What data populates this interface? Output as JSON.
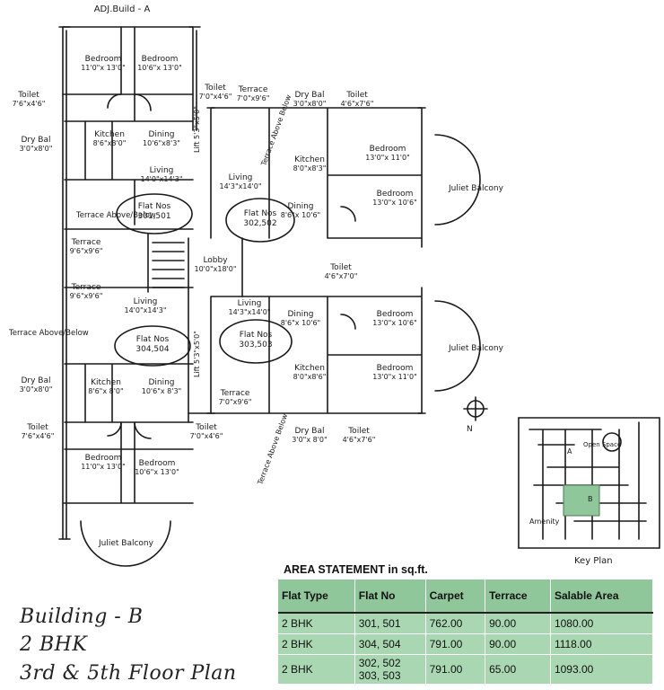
{
  "plan": {
    "adj_build": "ADJ.Build - A",
    "rooms": [
      {
        "id": "bed-tl1",
        "name": "Bedroom",
        "size": "11'0\"x 13'0\""
      },
      {
        "id": "bed-tl2",
        "name": "Bedroom",
        "size": "10'6\"x 13'0\""
      },
      {
        "id": "toilet-tl",
        "name": "Toilet",
        "size": "7'6\"x4'6\""
      },
      {
        "id": "toilet-tc",
        "name": "Toilet",
        "size": "7'0\"x4'6\""
      },
      {
        "id": "terrace-tc",
        "name": "Terrace",
        "size": "7'0\"x9'6\""
      },
      {
        "id": "drybal-tc",
        "name": "Dry Bal",
        "size": "3'0\"x8'0\""
      },
      {
        "id": "toilet-tr",
        "name": "Toilet",
        "size": "4'6\"x7'6\""
      },
      {
        "id": "drybal-tl",
        "name": "Dry Bal",
        "size": "3'0\"x8'0\""
      },
      {
        "id": "kitchen-tl",
        "name": "Kitchen",
        "size": "8'6\"x8'0\""
      },
      {
        "id": "dining-tl",
        "name": "Dining",
        "size": "10'6\"x8'3\""
      },
      {
        "id": "living-tl",
        "name": "Living",
        "size": "14'0\"x14'3\""
      },
      {
        "id": "living-tc",
        "name": "Living",
        "size": "14'3\"x14'0\""
      },
      {
        "id": "kitchen-tr",
        "name": "Kitchen",
        "size": "8'0\"x8'3\""
      },
      {
        "id": "bed-tr1",
        "name": "Bedroom",
        "size": "13'0\"x 11'0\""
      },
      {
        "id": "bed-tr2",
        "name": "Bedroom",
        "size": "13'0\"x 10'6\""
      },
      {
        "id": "dining-tr",
        "name": "Dining",
        "size": "8'6\"x 10'6\""
      },
      {
        "id": "terrace-l1",
        "name": "Terrace",
        "size": "9'6\"x9'6\""
      },
      {
        "id": "terrace-l2",
        "name": "Terrace",
        "size": "9'6\"x9'6\""
      },
      {
        "id": "lobby",
        "name": "Lobby",
        "size": "10'0\"x18'0\""
      },
      {
        "id": "toilet-mid",
        "name": "Toilet",
        "size": "4'6\"x7'0\""
      },
      {
        "id": "living-bl",
        "name": "Living",
        "size": "14'0\"x14'3\""
      },
      {
        "id": "living-bc",
        "name": "Living",
        "size": "14'3\"x14'0\""
      },
      {
        "id": "dining-br",
        "name": "Dining",
        "size": "8'6\"x 10'6\""
      },
      {
        "id": "bed-br1",
        "name": "Bedroom",
        "size": "13'0\"x 10'6\""
      },
      {
        "id": "bed-br2",
        "name": "Bedroom",
        "size": "13'0\"x 11'0\""
      },
      {
        "id": "kitchen-br",
        "name": "Kitchen",
        "size": "8'0\"x8'6\""
      },
      {
        "id": "drybal-bl",
        "name": "Dry Bal",
        "size": "3'0\"x8'0\""
      },
      {
        "id": "kitchen-bl",
        "name": "Kitchen",
        "size": "8'6\"x 8'0\""
      },
      {
        "id": "dining-bl",
        "name": "Dining",
        "size": "10'6\"x 8'3\""
      },
      {
        "id": "terrace-bc",
        "name": "Terrace",
        "size": "7'0\"x9'6\""
      },
      {
        "id": "toilet-bl",
        "name": "Toilet",
        "size": "7'6\"x4'6\""
      },
      {
        "id": "toilet-bc",
        "name": "Toilet",
        "size": "7'0\"x4'6\""
      },
      {
        "id": "drybal-br",
        "name": "Dry Bal",
        "size": "3'0\"x 8'0\""
      },
      {
        "id": "toilet-br",
        "name": "Toilet",
        "size": "4'6\"x7'6\""
      },
      {
        "id": "bed-bl1",
        "name": "Bedroom",
        "size": "11'0\"x 13'0\""
      },
      {
        "id": "bed-bl2",
        "name": "Bedroom",
        "size": "10'6\"x 13'0\""
      }
    ],
    "terrace_above_below": "Terrace Above/Below",
    "terrace_above_below_vertical": "Terrace Above Below",
    "flats": [
      {
        "id": "f1",
        "label": "Flat Nos",
        "nums": "301,501"
      },
      {
        "id": "f2",
        "label": "Flat Nos",
        "nums": "302,502"
      },
      {
        "id": "f3",
        "label": "Flat Nos",
        "nums": "304,504"
      },
      {
        "id": "f4",
        "label": "Flat Nos",
        "nums": "303,503"
      }
    ],
    "lift": "Lift",
    "lift_size": "5'3\"x5'0\"",
    "juliet_balcony": "Juliet Balcony",
    "north": "N"
  },
  "key_plan": {
    "label": "Key Plan",
    "amenity": "Amenity",
    "open_space": "Open Space",
    "marker_a": "A",
    "marker_b": "B"
  },
  "caption": {
    "line1": "Building - B",
    "line2": "2 BHK",
    "line3": "3rd & 5th Floor Plan"
  },
  "area": {
    "title": "AREA STATEMENT in sq.ft.",
    "headers": [
      "Flat Type",
      "Flat No",
      "Carpet",
      "Terrace",
      "Salable Area"
    ],
    "rows": [
      {
        "type": "2 BHK",
        "no": [
          "301, 501"
        ],
        "carpet": "762.00",
        "terrace": "90.00",
        "salable": "1080.00"
      },
      {
        "type": "2 BHK",
        "no": [
          "304, 504"
        ],
        "carpet": "791.00",
        "terrace": "90.00",
        "salable": "1118.00"
      },
      {
        "type": "2 BHK",
        "no": [
          "302, 502",
          "303, 503"
        ],
        "carpet": "791.00",
        "terrace": "65.00",
        "salable": "1093.00"
      }
    ],
    "colors": {
      "header": "#8fc79b",
      "row": "#a9d7b2"
    }
  }
}
